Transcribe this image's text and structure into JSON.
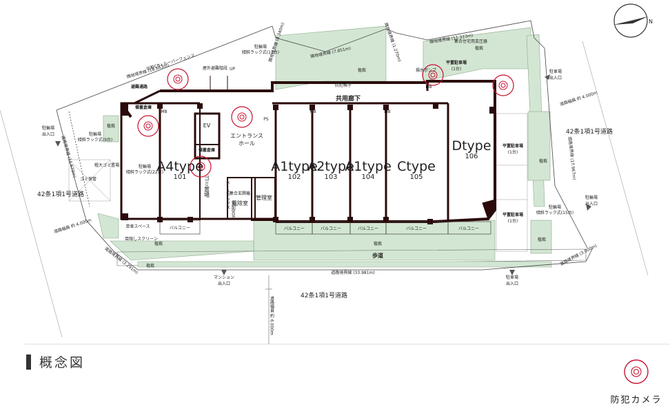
{
  "legend": {
    "title": "概念図",
    "camera_label": "防犯カメラ"
  },
  "compass": {
    "north_label": "N"
  },
  "units": [
    {
      "type": "A4type",
      "number": "101"
    },
    {
      "type": "A1type",
      "number": "102"
    },
    {
      "type": "A2type",
      "number": "103"
    },
    {
      "type": "A1type",
      "number": "104"
    },
    {
      "type": "Ctype",
      "number": "105"
    },
    {
      "type": "Dtype",
      "number": "106"
    }
  ],
  "rooms": {
    "corridor": "共用廊下",
    "entrance_hall_1": "エントランス",
    "entrance_hall_2": "ホール",
    "windbreak": "風除室",
    "management": "管理室",
    "garbage": "ゴミ置場",
    "storage_1": "備蓄倉庫",
    "storage_2": "備蓄倉庫",
    "ev": "EV",
    "evacuation_stairs": "屋外避難階段",
    "evacuation_path": "避難通路",
    "mb": "MB",
    "ps": "PS",
    "up": "UP",
    "mailbox": "メールボックス",
    "delivery_box": "宅配BOX",
    "intercom": "集合玄関機",
    "pump": "揚水ポンプ",
    "mail_area": "集合住宅用変圧器"
  },
  "labels": {
    "balcony": "バルコニー",
    "planting": "植栽",
    "sidewalk": "歩道",
    "anti_crime_fence": "防犯格子",
    "bicycle_left": "駐輪場",
    "bicycle_left_sub": "傾斜ラック式(22台)",
    "bicycle_top_left": "駐輪場",
    "bicycle_top_left_sub": "傾斜ラック式(9台)",
    "bicycle_top": "駐輪場",
    "bicycle_top_sub": "傾斜ラック式(11台)",
    "bicycle_right": "駐輪場",
    "bicycle_right_sub": "傾斜ラック式(15台)",
    "bike_space": "単車スペース",
    "garbage_outside": "粗大ゴミ置場",
    "garbage_outside_2": "ゴミ保管",
    "screen": "目隠しスクリーン",
    "parking_top": "平置駐車場",
    "parking_top_sub": "(1台)",
    "parking_right_1": "平置駐車場",
    "parking_right_1_sub": "(1台)",
    "parking_right_2": "平置駐車場",
    "parking_right_2_sub": "(1台)",
    "fence_top": "化粧CB+ルーバーフェンス",
    "boundary_top_1": "隣地境界線 (18.643m)",
    "boundary_top_2": "隣地境界線 (4.340m)",
    "boundary_top_3": "隣地境界線 (7.851m)",
    "boundary_top_4": "隣地境界線 (1.270m)",
    "boundary_top_5": "隣地境界線 (11.323m)",
    "boundary_right": "道路境界線 (17.967m)",
    "boundary_left": "道路境界線 (11.670m)",
    "boundary_bottom": "道路境界線 (33.981m)",
    "boundary_bottom_left": "道路境界線 (2.291m)",
    "boundary_bottom_right": "道路境界線 (3.000m)",
    "road_bottom": "42条1項1号道路",
    "road_left": "42条1項1号道路",
    "road_right": "42条1項1号道路",
    "road_width_bottom": "道路幅員 約 6.000m",
    "road_width_left": "道路幅員 約 4.000m",
    "road_width_right": "道路幅員 約 4.000m",
    "entrance_mansion_1": "マンション",
    "entrance_mansion_2": "出入口",
    "bicycle_exit_left_1": "駐輪場",
    "bicycle_exit_left_2": "出入口",
    "parking_exit_right_top_1": "駐車場",
    "parking_exit_right_top_2": "出入口",
    "bicycle_exit_right_1": "駐輪場",
    "bicycle_exit_right_2": "出入口",
    "parking_exit_bottom_1": "駐車場",
    "parking_exit_bottom_2": "出入口"
  },
  "colors": {
    "wall": "#2a0a0a",
    "wall_accent": "#8a1010",
    "planting": "#d3e6d3",
    "camera": "#c8102e",
    "line": "#444444"
  }
}
